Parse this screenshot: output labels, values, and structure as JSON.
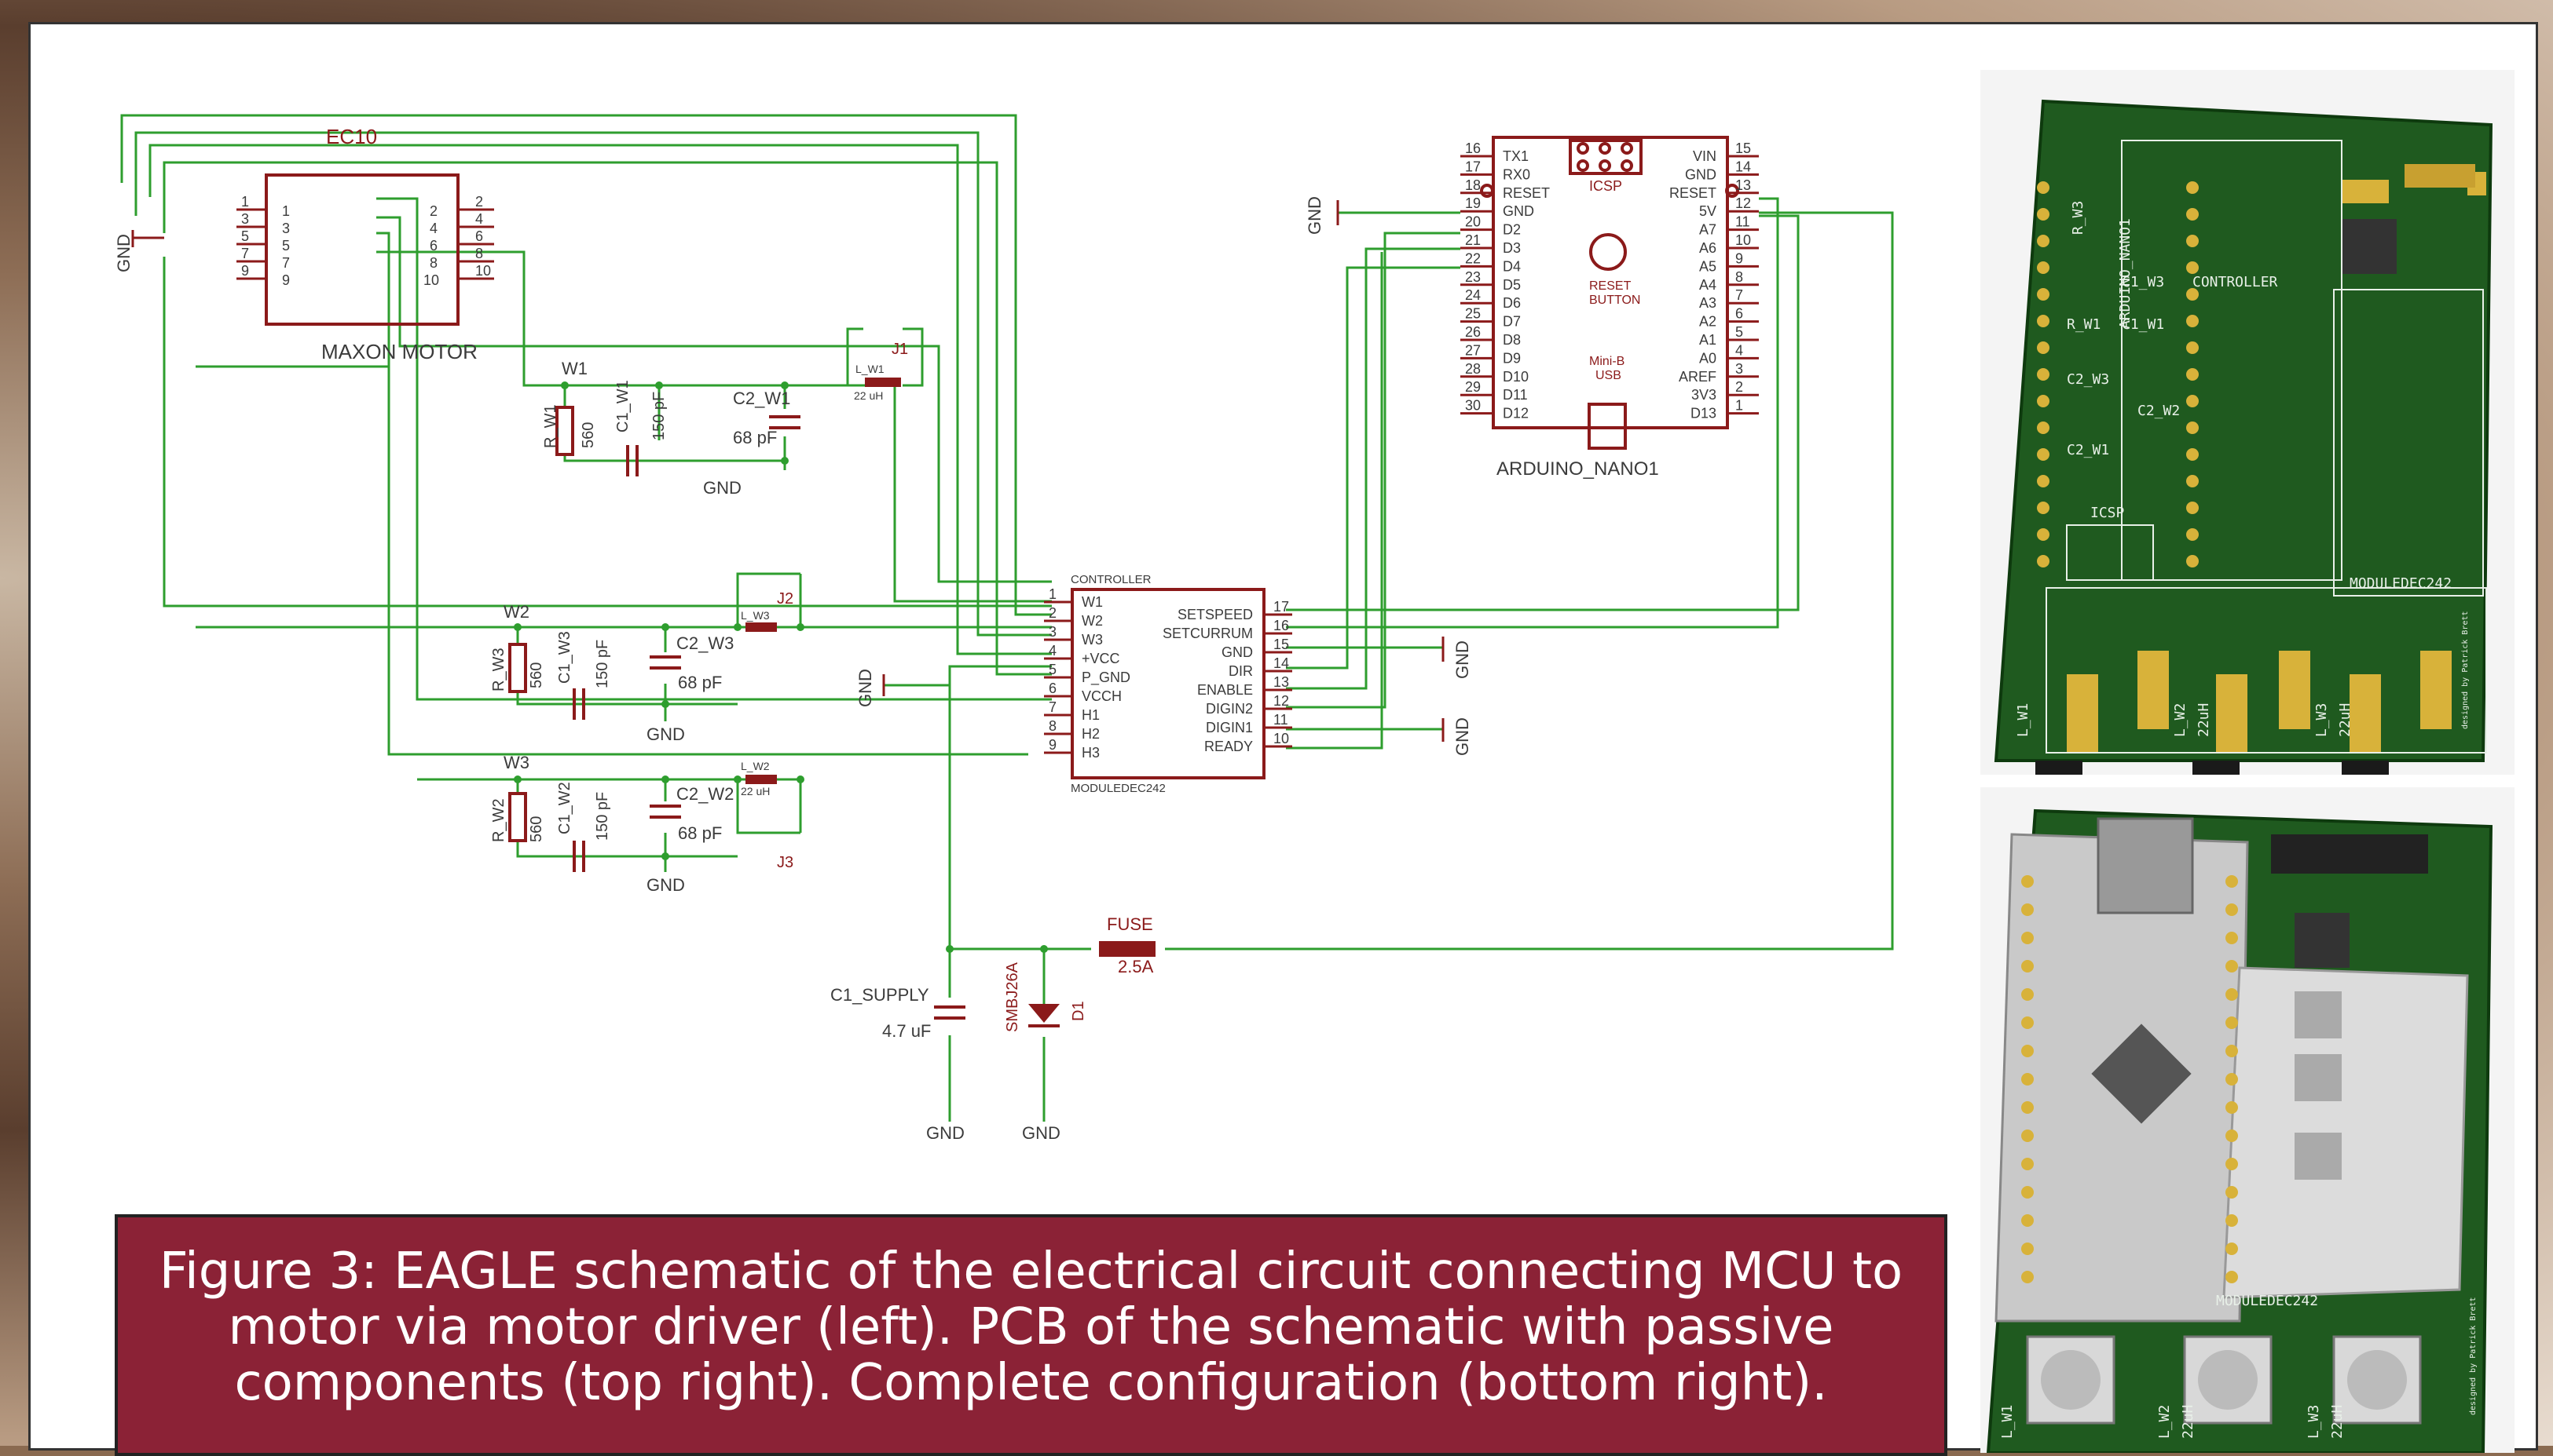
{
  "schematic": {
    "motor": {
      "name": "EC10",
      "label": "MAXON MOTOR",
      "left_pins": [
        "1",
        "3",
        "5",
        "7",
        "9"
      ],
      "right_pins": [
        "2",
        "4",
        "6",
        "8",
        "10"
      ]
    },
    "gnd": "GND",
    "passives": {
      "w1": {
        "net": "W1",
        "r": "R_W1",
        "r_val": "560",
        "c1": "C1_W1",
        "c1_val": "150 pF",
        "c2": "C2_W1",
        "c2_val": "68 pF",
        "l": "L_W1",
        "l_val": "22 uH",
        "j": "J1"
      },
      "w3": {
        "net": "W2",
        "r": "R_W3",
        "r_val": "560",
        "c1": "C1_W3",
        "c1_val": "150 pF",
        "c2": "C2_W3",
        "c2_val": "68 pF",
        "l": "L_W3",
        "j": "J2"
      },
      "w2": {
        "net": "W3",
        "r": "R_W2",
        "r_val": "560",
        "c1": "C1_W2",
        "c1_val": "150 pF",
        "c2": "C2_W2",
        "c2_val": "68 pF",
        "l": "L_W2",
        "l_val": "22 uH",
        "j": "J3"
      }
    },
    "controller": {
      "title": "CONTROLLER",
      "name": "MODULEDEC242",
      "left_labels": [
        "W1",
        "W2",
        "W3",
        "+VCC",
        "P_GND",
        "VCCH",
        "H1",
        "H2",
        "H3"
      ],
      "left_pins": [
        "1",
        "2",
        "3",
        "4",
        "5",
        "6",
        "7",
        "8",
        "9"
      ],
      "right_labels": [
        "SETSPEED",
        "SETCURRUM",
        "GND",
        "DIR",
        "ENABLE",
        "DIGIN2",
        "DIGIN1",
        "READY"
      ],
      "right_pins": [
        "17",
        "16",
        "15",
        "14",
        "13",
        "12",
        "11",
        "10"
      ]
    },
    "arduino": {
      "name": "ARDUINO_NANO1",
      "left_labels": [
        "TX1",
        "RX0",
        "RESET",
        "GND",
        "D2",
        "D3",
        "D4",
        "D5",
        "D6",
        "D7",
        "D8",
        "D9",
        "D10",
        "D11",
        "D12"
      ],
      "left_pins": [
        "16",
        "17",
        "18",
        "19",
        "20",
        "21",
        "22",
        "23",
        "24",
        "25",
        "26",
        "27",
        "28",
        "29",
        "30"
      ],
      "right_labels": [
        "VIN",
        "GND",
        "RESET",
        "5V",
        "A7",
        "A6",
        "A5",
        "A4",
        "A3",
        "A2",
        "A1",
        "A0",
        "AREF",
        "3V3",
        "D13"
      ],
      "right_pins": [
        "15",
        "14",
        "13",
        "12",
        "11",
        "10",
        "9",
        "8",
        "7",
        "6",
        "5",
        "4",
        "3",
        "2",
        "1"
      ],
      "icsp": "ICSP",
      "reset_button": [
        "RESET",
        "BUTTON"
      ],
      "usb": [
        "Mini-B",
        "USB"
      ]
    },
    "supply": {
      "cap": "C1_SUPPLY",
      "cap_val": "4.7 uF",
      "diode_part": "SMBJ26A",
      "diode": "D1",
      "fuse": "FUSE",
      "fuse_val": "2.5A"
    }
  },
  "caption": {
    "line1": "Figure 3: EAGLE schematic of the electrical circuit connecting MCU to",
    "line2": "motor via motor driver (left). PCB of the schematic with passive",
    "line3": "components (top right). Complete configuration (bottom right)."
  },
  "pcb_top": {
    "silk": [
      "R_W3",
      "ARDUINO_NANO1",
      "C1_W3",
      "CONTROLLER",
      "R_W1",
      "C1_W1",
      "C2_W3",
      "C2_W2",
      "C2_W1",
      "ICSP",
      "MODULEDEC242",
      "L_W1",
      "L_W2",
      "L_W3",
      "22uH",
      "22uH",
      "designed by Patrick Brett"
    ]
  },
  "pcb_bottom": {
    "silk": [
      "MODULEDEC242",
      "L_W1",
      "L_W2",
      "L_W3",
      "22uH",
      "22uH",
      "designed by Patrick Brett"
    ]
  },
  "colors": {
    "wire": "#2e9e2e",
    "part": "#8b1a1a",
    "caption_bg": "#8b2236",
    "pcb_green": "#1f5a1f",
    "pad_gold": "#d8b23a"
  }
}
